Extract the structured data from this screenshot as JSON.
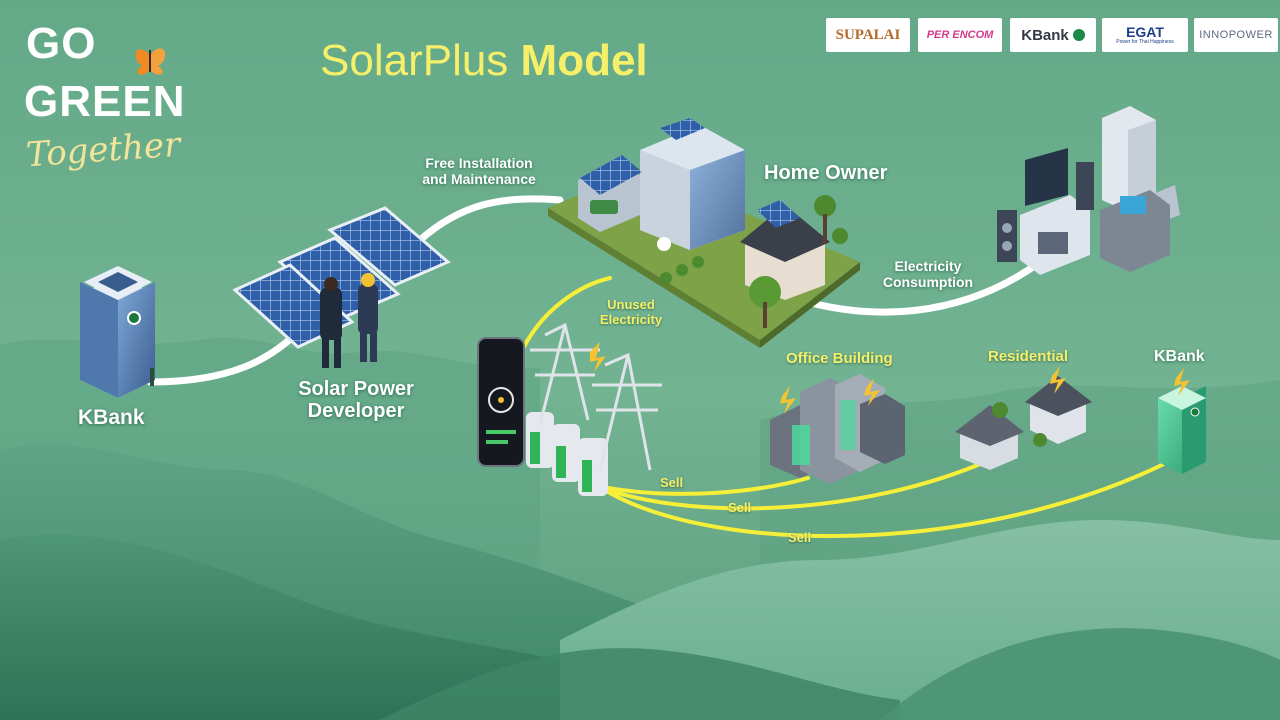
{
  "slogan": {
    "line1": "GO",
    "line2": "GREEN",
    "script": "Together"
  },
  "title": {
    "part1": "SolarPlus",
    "part2": "Model"
  },
  "logos": {
    "supalai": "SUPALAI",
    "perencom": "PER ENCOM",
    "kbank": "KBank",
    "egat": "EGAT",
    "egat_tagline": "Power for Thai Happiness",
    "innopower": "INNOPOWER"
  },
  "nodes": {
    "kbank_left": "KBank",
    "developer": [
      "Solar Power",
      "Developer"
    ],
    "home_owner": "Home Owner",
    "office": "Office Building",
    "residential": "Residential",
    "kbank_right": "KBank"
  },
  "flows": {
    "install": [
      "Free Installation",
      "and Maintenance"
    ],
    "consumption": [
      "Electricity",
      "Consumption"
    ],
    "unused": [
      "Unused",
      "Electricity"
    ],
    "sell": [
      "Sell",
      "Sell",
      "Sell"
    ]
  },
  "colors": {
    "background": "#6aae8e",
    "flow_white": "#ffffff",
    "flow_yellow": "#f5ef3a",
    "label_yellow": "#f5ef6a",
    "building_blue": "#3f5f8e",
    "solar_panel": "#2f5fa8"
  }
}
